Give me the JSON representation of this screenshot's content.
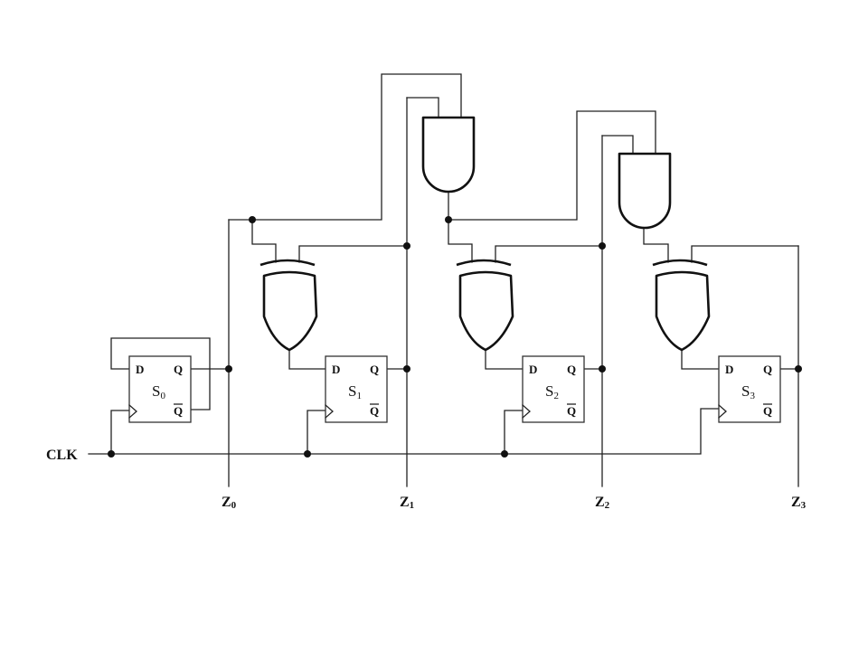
{
  "clock": {
    "label": "CLK"
  },
  "flip_flops": [
    {
      "name": "S0",
      "base": "S",
      "sub": "0",
      "d": "D",
      "q": "Q",
      "qbar": "Q"
    },
    {
      "name": "S1",
      "base": "S",
      "sub": "1",
      "d": "D",
      "q": "Q",
      "qbar": "Q"
    },
    {
      "name": "S2",
      "base": "S",
      "sub": "2",
      "d": "D",
      "q": "Q",
      "qbar": "Q"
    },
    {
      "name": "S3",
      "base": "S",
      "sub": "3",
      "d": "D",
      "q": "Q",
      "qbar": "Q"
    }
  ],
  "outputs": [
    {
      "base": "Z",
      "sub": "0"
    },
    {
      "base": "Z",
      "sub": "1"
    },
    {
      "base": "Z",
      "sub": "2"
    },
    {
      "base": "Z",
      "sub": "3"
    }
  ],
  "gates": {
    "xor_count": 3,
    "and_count": 2
  }
}
